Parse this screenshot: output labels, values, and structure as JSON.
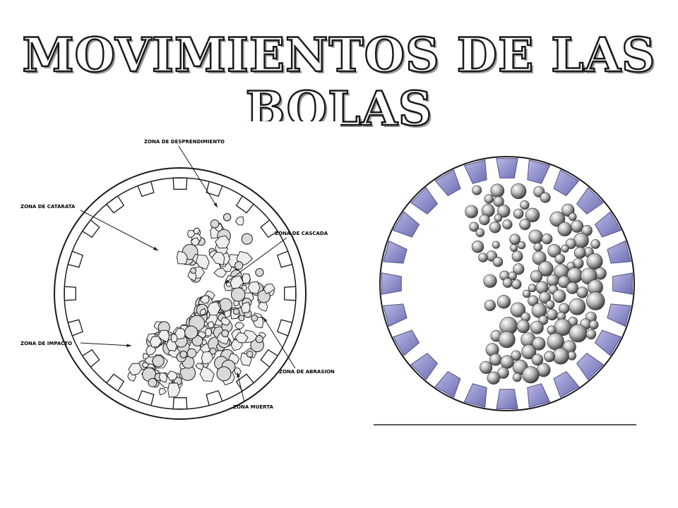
{
  "slide": {
    "title_line1": "MOVIMIENTOS DE LAS",
    "title_line2": "BOLAS"
  },
  "left_diagram": {
    "labels": {
      "desprendimiento": "ZONA DE DESPRENDIMIENTO",
      "catarata": "ZONA DE CATARATA",
      "cascada": "ZONA DE CASCADA",
      "impacto": "ZONA DE IMPACTO",
      "abrasion": "ZONA DE ABRASION",
      "muerta": "ZONA MUERTA"
    }
  },
  "colors": {
    "liner": "#8d8dcf",
    "liner_dark": "#4f4f8c",
    "ink": "#1a1a1a"
  }
}
